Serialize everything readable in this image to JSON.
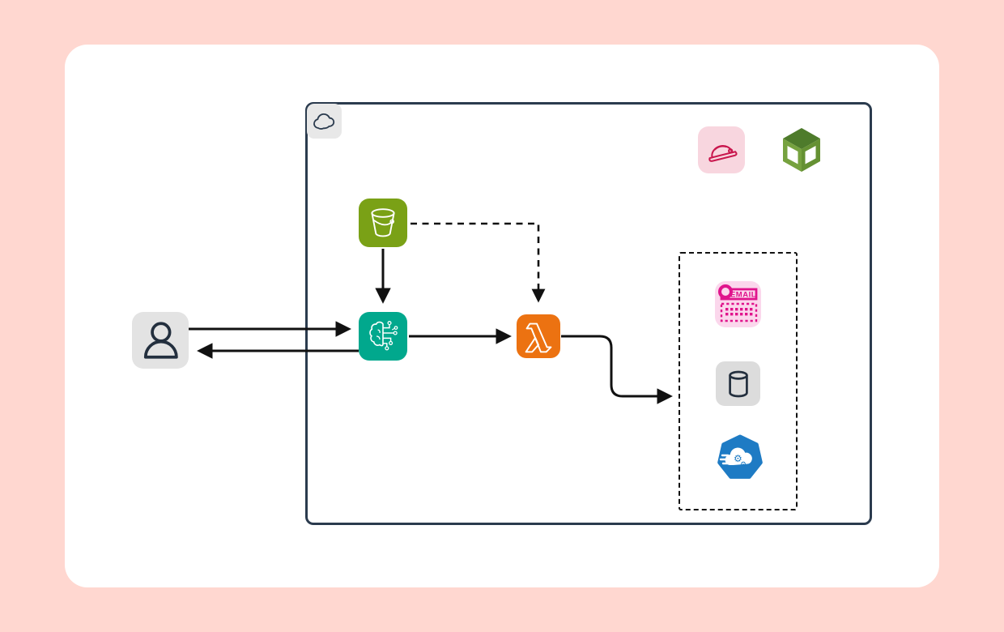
{
  "title": "AWS cloud architecture diagram",
  "colors": {
    "page_bg": "#FFD7D0",
    "card_bg": "#FFFFFF",
    "boundary_border": "#2B3B4E",
    "arrow": "#111111",
    "neutral_badge_bg": "#E3E3E3",
    "dark_outline": "#232F3E",
    "s3_green": "#7AA116",
    "ai_teal": "#01A88D",
    "lambda_orange": "#EC7211",
    "redhat_bg": "#F8D6DF",
    "redhat_red": "#C9174E",
    "cube_green": "#6C9C3C",
    "email_bg": "#FBD7EC",
    "email_magenta": "#E0148C",
    "automation_blue": "#1E7BC4"
  },
  "labels": {
    "email": "EMAIL"
  },
  "icons": [
    "cloud-icon",
    "user-icon",
    "red-hat-helmet-icon",
    "green-cube-icon",
    "s3-bucket-icon",
    "ai-brain-circuit-icon",
    "lambda-icon",
    "email-template-icon",
    "database-cylinder-icon",
    "cloud-automation-icon"
  ],
  "connections": [
    {
      "from": "user",
      "to": "ai-brain-circuit",
      "style": "solid"
    },
    {
      "from": "ai-brain-circuit",
      "to": "user",
      "style": "solid"
    },
    {
      "from": "s3-bucket",
      "to": "ai-brain-circuit",
      "style": "solid"
    },
    {
      "from": "s3-bucket",
      "to": "lambda",
      "style": "dashed"
    },
    {
      "from": "ai-brain-circuit",
      "to": "lambda",
      "style": "solid"
    },
    {
      "from": "lambda",
      "to": "output-group",
      "style": "solid"
    }
  ]
}
